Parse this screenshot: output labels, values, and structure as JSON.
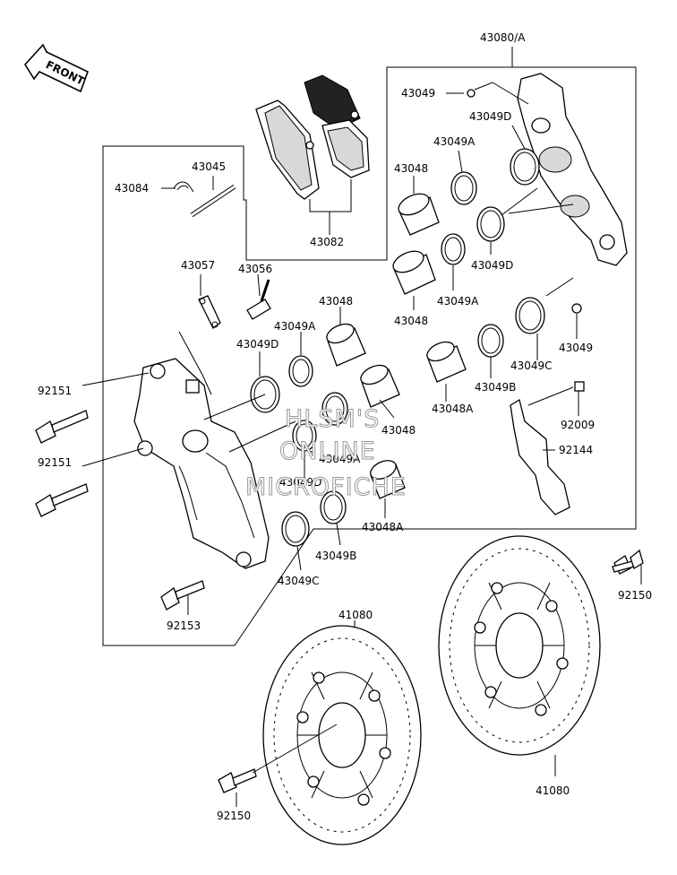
{
  "front_label": "FRONT",
  "watermark": [
    "HLSM'S",
    "ONLINE",
    "MICROFICHE"
  ],
  "labels": {
    "p43080A": "43080/A",
    "p43049_top": "43049",
    "p43049D_top": "43049D",
    "p43049A_top": "43049A",
    "p43048_top": "43048",
    "p43049D_mid": "43049D",
    "p43049A_mid": "43049A",
    "p43048_mid": "43048",
    "p43049C_right": "43049C",
    "p43049_right": "43049",
    "p43049B_right": "43049B",
    "p43048A_right": "43048A",
    "p92009": "92009",
    "p92144": "92144",
    "p43045": "43045",
    "p43084": "43084",
    "p43082": "43082",
    "p43057": "43057",
    "p43056": "43056",
    "p43048_left": "43048",
    "p43049A_left": "43049A",
    "p43049D_left": "43049D",
    "p43048_center": "43048",
    "p43049A_center": "43049A",
    "p43049D_center": "43049D",
    "p43048A_center": "43048A",
    "p43049B_center": "43049B",
    "p43049C_center": "43049C",
    "p92151_a": "92151",
    "p92151_b": "92151",
    "p92153": "92153",
    "p41080_left": "41080",
    "p41080_right": "41080",
    "p92150_right": "92150",
    "p92150_left": "92150"
  }
}
